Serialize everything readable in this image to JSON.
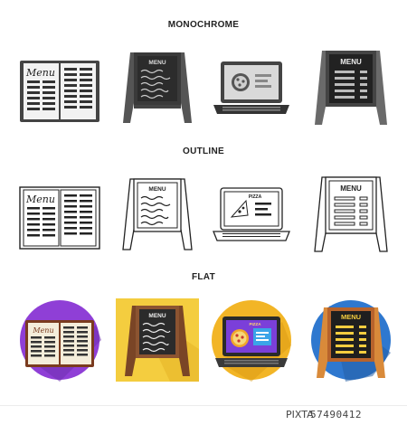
{
  "sections": {
    "monochrome": "MONOCHROME",
    "outline": "OUTLINE",
    "flat": "FLAT"
  },
  "labels": {
    "menu_script": "Menu",
    "menu_board": "MENU",
    "pizza": "PIZZA"
  },
  "footer": {
    "brand": "PIXTA",
    "image_id": "57490412"
  },
  "colors": {
    "purple": "#8f3fd6",
    "yellow": "#f4cd3f",
    "cream": "#ece3cf",
    "orange_circle": "#f2b526",
    "blue_circle": "#2f78cf",
    "wood": "#8c5431",
    "board": "#2b2b2b"
  }
}
